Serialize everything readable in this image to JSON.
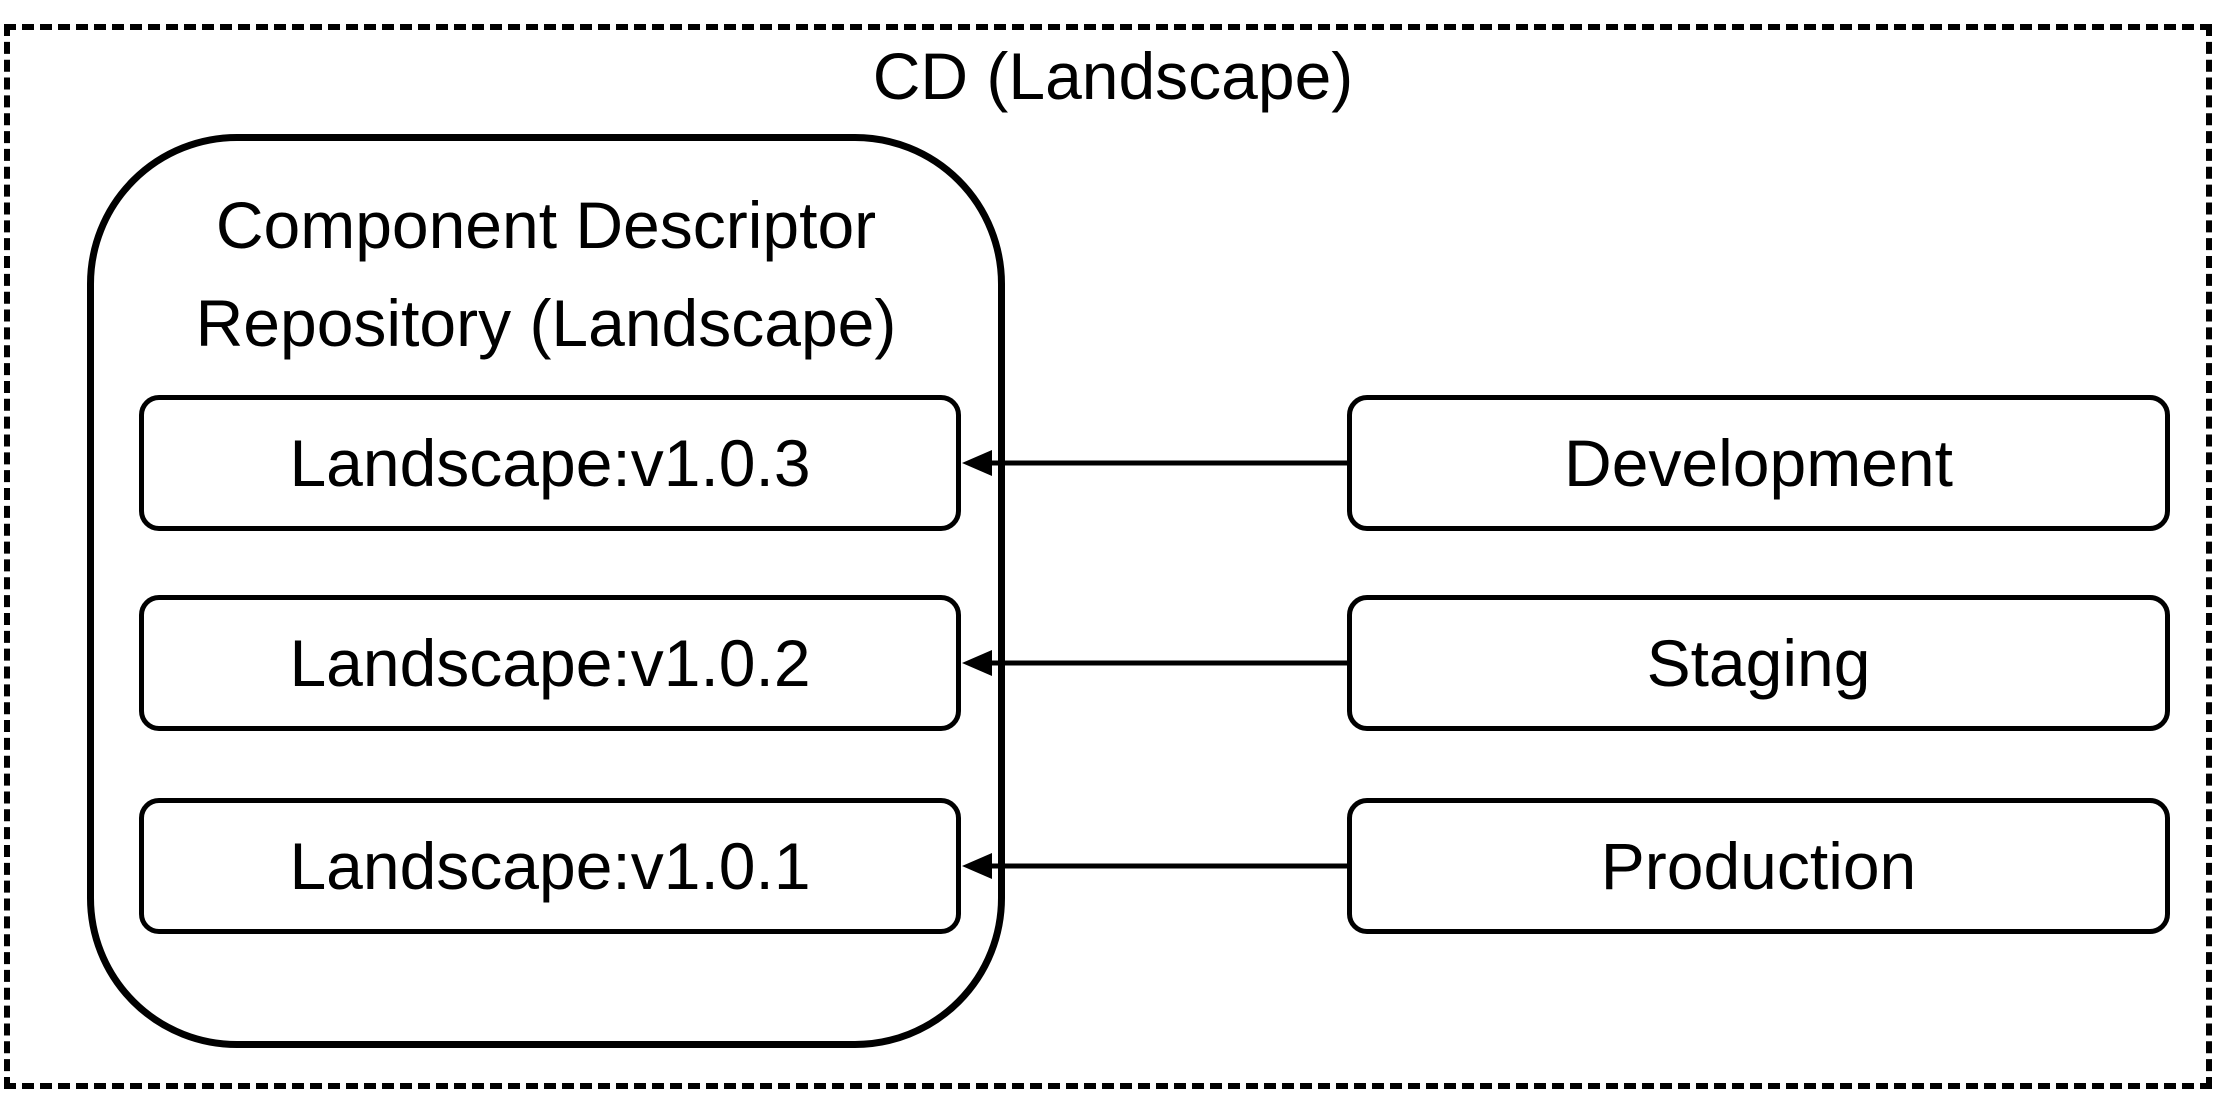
{
  "diagram": {
    "title": "CD (Landscape)",
    "repository": {
      "title_lines": [
        "Component Descriptor",
        "Repository (Landscape)"
      ],
      "versions": [
        "Landscape:v1.0.3",
        "Landscape:v1.0.2",
        "Landscape:v1.0.1"
      ]
    },
    "environments": [
      "Development",
      "Staging",
      "Production"
    ],
    "edges": [
      {
        "from": "Development",
        "to": "Landscape:v1.0.3"
      },
      {
        "from": "Staging",
        "to": "Landscape:v1.0.2"
      },
      {
        "from": "Production",
        "to": "Landscape:v1.0.1"
      }
    ]
  }
}
